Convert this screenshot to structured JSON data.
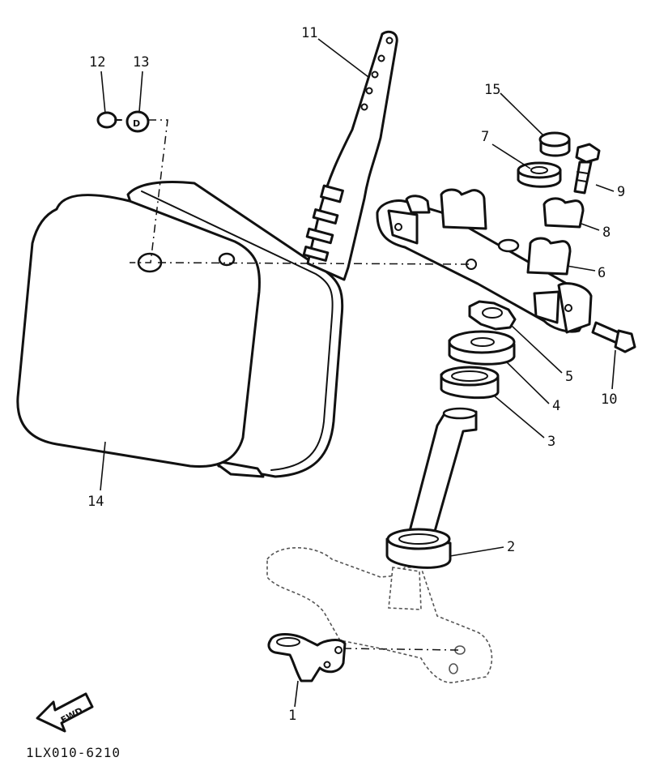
{
  "diagram_code": "1LX010-6210",
  "direction_label": "FWD",
  "callouts": [
    {
      "id": "1",
      "label": "1"
    },
    {
      "id": "2",
      "label": "2"
    },
    {
      "id": "3",
      "label": "3"
    },
    {
      "id": "4",
      "label": "4"
    },
    {
      "id": "5",
      "label": "5"
    },
    {
      "id": "6",
      "label": "6"
    },
    {
      "id": "7",
      "label": "7"
    },
    {
      "id": "8",
      "label": "8"
    },
    {
      "id": "9",
      "label": "9"
    },
    {
      "id": "10",
      "label": "10"
    },
    {
      "id": "11",
      "label": "11"
    },
    {
      "id": "12",
      "label": "12"
    },
    {
      "id": "13",
      "label": "13"
    },
    {
      "id": "14",
      "label": "14"
    },
    {
      "id": "15",
      "label": "15"
    }
  ]
}
